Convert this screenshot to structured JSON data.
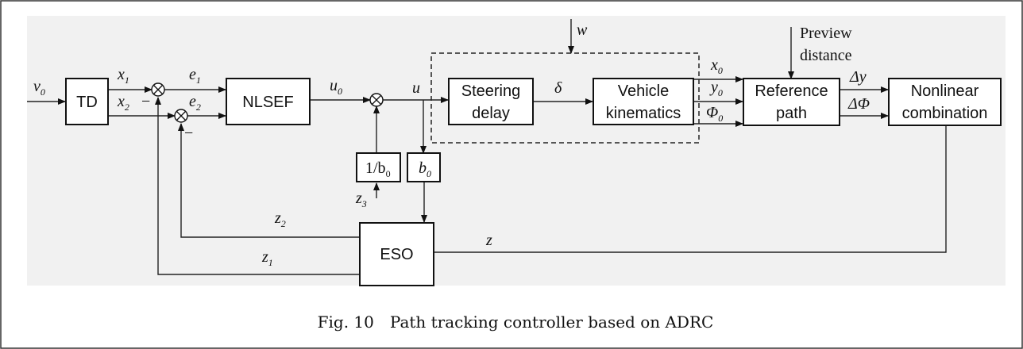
{
  "blocks": {
    "td": "TD",
    "nlsef": "NLSEF",
    "steering": [
      "Steering",
      "delay"
    ],
    "vehicle": [
      "Vehicle",
      "kinematics"
    ],
    "reference": [
      "Reference",
      "path"
    ],
    "nonlinear": [
      "Nonlinear",
      "combination"
    ],
    "eso": "ESO",
    "inv_b0": {
      "main": "1/b",
      "sub": "0"
    },
    "b0": {
      "main": "b",
      "sub": "0"
    }
  },
  "signals": {
    "v0": {
      "main": "v",
      "sub": "0"
    },
    "x1": {
      "main": "x",
      "sub": "1"
    },
    "x2": {
      "main": "x",
      "sub": "2"
    },
    "e1": {
      "main": "e",
      "sub": "1"
    },
    "e2": {
      "main": "e",
      "sub": "2"
    },
    "u0": {
      "main": "u",
      "sub": "0"
    },
    "u": "u",
    "delta": "δ",
    "w": "w",
    "x0": {
      "main": "x",
      "sub": "0"
    },
    "y0": {
      "main": "y",
      "sub": "0"
    },
    "phi0": {
      "main": "Φ",
      "sub": "0"
    },
    "dy": "Δy",
    "dphi": "ΔΦ",
    "preview": [
      "Preview",
      "distance"
    ],
    "z": "z",
    "z1": {
      "main": "z",
      "sub": "1"
    },
    "z2": {
      "main": "z",
      "sub": "2"
    },
    "z3": {
      "main": "z",
      "sub": "3"
    },
    "minus1": "−",
    "minus2": "−"
  },
  "caption": "Fig. 10　Path tracking controller based on ADRC"
}
